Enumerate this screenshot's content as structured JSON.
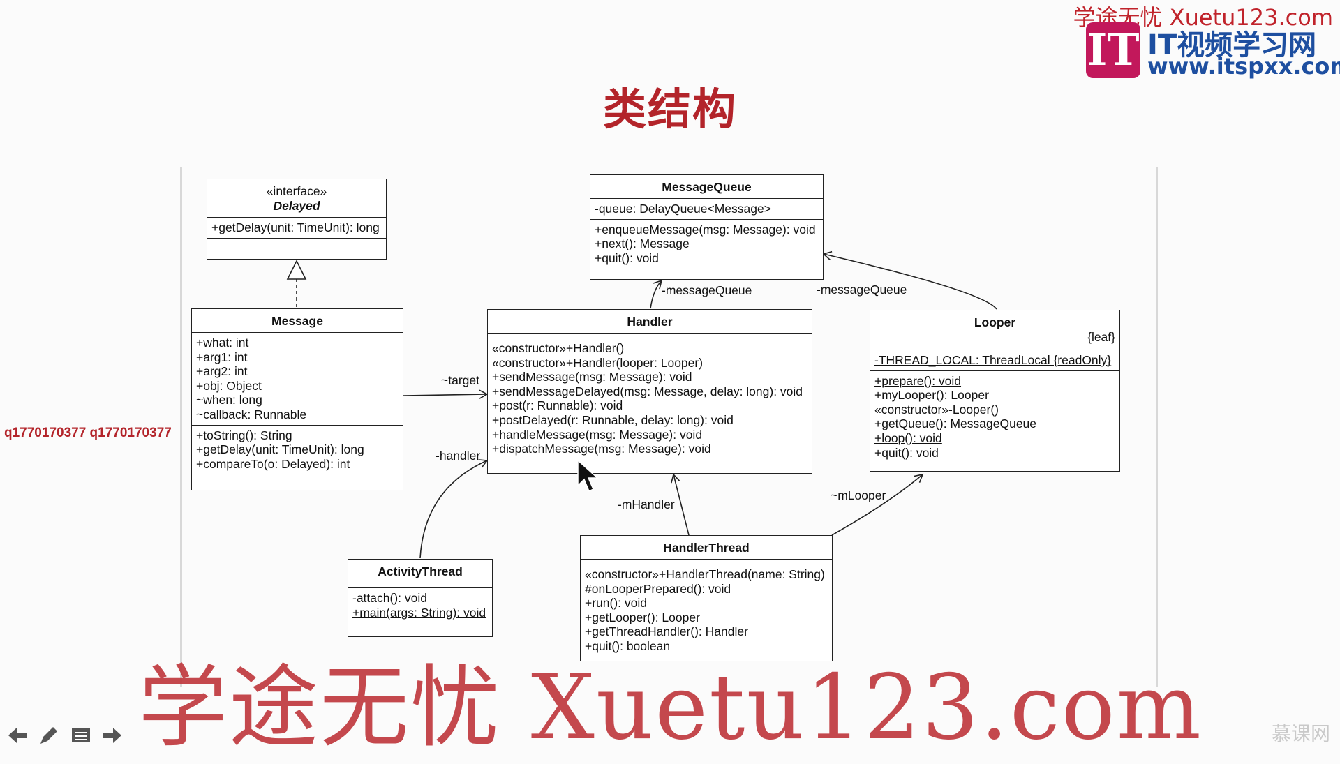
{
  "title": "类结构",
  "brand_top": "学途无忧 Xuetu123.com",
  "logo": {
    "mark": "IT",
    "cn": "IT视频学习网",
    "url": "www.itspxx.com"
  },
  "qq_watermark": "q1770170377 q1770170377",
  "bottom_watermark": "学途无忧 Xuetu123.com",
  "corner_brand": "慕课网",
  "classes": {
    "delayed": {
      "stereotype": "«interface»",
      "name": "Delayed",
      "methods": [
        "+getDelay(unit: TimeUnit): long"
      ]
    },
    "message_queue": {
      "name": "MessageQueue",
      "fields": [
        "-queue: DelayQueue<Message>"
      ],
      "methods": [
        "+enqueueMessage(msg: Message): void",
        "+next(): Message",
        "+quit(): void"
      ]
    },
    "message": {
      "name": "Message",
      "fields": [
        "+what: int",
        "+arg1: int",
        "+arg2: int",
        "+obj: Object",
        "~when: long",
        "~callback: Runnable"
      ],
      "methods": [
        "+toString(): String",
        "+getDelay(unit: TimeUnit): long",
        "+compareTo(o: Delayed): int"
      ]
    },
    "handler": {
      "name": "Handler",
      "methods": [
        "«constructor»+Handler()",
        "«constructor»+Handler(looper: Looper)",
        "+sendMessage(msg: Message): void",
        "+sendMessageDelayed(msg: Message, delay: long): void",
        "+post(r: Runnable): void",
        "+postDelayed(r: Runnable, delay: long): void",
        "+handleMessage(msg: Message): void",
        "+dispatchMessage(msg: Message): void"
      ]
    },
    "looper": {
      "name": "Looper",
      "modifier": "{leaf}",
      "fields": [
        "-THREAD_LOCAL: ThreadLocal {readOnly}"
      ],
      "methods": [
        "+prepare(): void",
        "+myLooper(): Looper",
        "«constructor»-Looper()",
        "+getQueue(): MessageQueue",
        "+loop(): void",
        "+quit(): void"
      ]
    },
    "activity_thread": {
      "name": "ActivityThread",
      "methods": [
        "-attach(): void",
        "+main(args: String): void"
      ]
    },
    "handler_thread": {
      "name": "HandlerThread",
      "methods": [
        "«constructor»+HandlerThread(name: String)",
        "#onLooperPrepared(): void",
        "+run(): void",
        "+getLooper(): Looper",
        "+getThreadHandler(): Handler",
        "+quit(): boolean"
      ]
    }
  },
  "edges": {
    "target": "~target",
    "handler": "-handler",
    "message_queue_from_handler": "-messageQueue",
    "message_queue_from_looper": "-messageQueue",
    "m_handler": "-mHandler",
    "m_looper": "~mLooper"
  },
  "colors": {
    "title": "#b3242a",
    "watermark": "#c0393f",
    "logo_bg": "#c2185b",
    "logo_text": "#1e4fa0"
  }
}
